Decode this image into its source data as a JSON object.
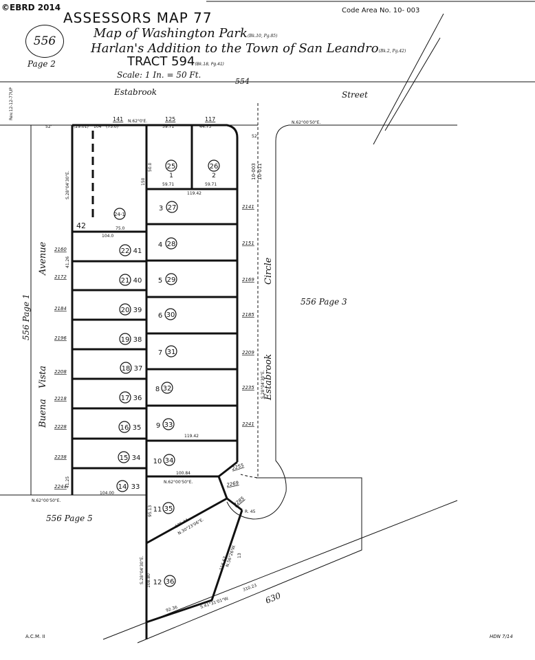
{
  "header": {
    "copyright": "©EBRD 2014",
    "title": "ASSESSORS  MAP 77",
    "code_area": "Code Area No. 10- 003",
    "map_number": "556",
    "line1": "Map of Washington Park",
    "line1_ref": "(Bk.10, Pg.85)",
    "line2": "Harlan's Addition to the Town of San Leandro",
    "line2_ref": "(Bk.2, Pg.42)",
    "line3": "TRACT 594",
    "line3_ref": "(Bk.18, Pg.41)",
    "page_label": "Page 2",
    "scale": "Scale:  1 In. = 50 Ft."
  },
  "streets": {
    "top_name": "Estabrook",
    "top_suffix": "Street",
    "top_no": "554",
    "circle_a": "Estabrook",
    "circle_b": "Circle",
    "left_a": "Buena",
    "left_b": "Vista",
    "left_c": "Avenue",
    "page1": "556  Page 1",
    "page3": "556  Page 3",
    "page5": "556   Page 5",
    "rr": "630"
  },
  "lots": [
    {
      "no": "25",
      "sub": "1"
    },
    {
      "no": "26",
      "sub": "2"
    },
    {
      "no": "27",
      "sub": "3"
    },
    {
      "no": "28",
      "sub": "4"
    },
    {
      "no": "29",
      "sub": "5"
    },
    {
      "no": "30",
      "sub": "6"
    },
    {
      "no": "31",
      "sub": "7"
    },
    {
      "no": "32",
      "sub": "8"
    },
    {
      "no": "33",
      "sub": "9"
    },
    {
      "no": "34",
      "sub": "10"
    },
    {
      "no": "35",
      "sub": "11"
    },
    {
      "no": "36",
      "sub": "12"
    },
    {
      "no": "22",
      "sub": "41"
    },
    {
      "no": "21",
      "sub": "40"
    },
    {
      "no": "20",
      "sub": "39"
    },
    {
      "no": "19",
      "sub": "38"
    },
    {
      "no": "18",
      "sub": "37"
    },
    {
      "no": "17",
      "sub": "36"
    },
    {
      "no": "16",
      "sub": "35"
    },
    {
      "no": "15",
      "sub": "34"
    },
    {
      "no": "14",
      "sub": "33"
    },
    {
      "no": "24-1",
      "sub": "42"
    }
  ],
  "addresses_right": [
    "2141",
    "2151",
    "2169",
    "2185",
    "2209",
    "2235",
    "2241",
    "2255",
    "2269",
    "2285"
  ],
  "addresses_left": [
    "2160",
    "2172",
    "2184",
    "2196",
    "2208",
    "2218",
    "2228",
    "2238",
    "2244"
  ],
  "dims": {
    "d141": "141",
    "d125": "125",
    "d117": "117",
    "d52a": "52'",
    "d52b": "52'",
    "d2901": "(29.01)",
    "d104": "104",
    "d750": "(75.0)",
    "n62": "N.62°0'E.",
    "d5971a": "59.71",
    "d4473": "44.73",
    "d5971b": "59.71",
    "d5971c": "59.71",
    "d11942a": "119.42",
    "d11942b": "119.42",
    "d750b": "75.0",
    "d1040": "104.0",
    "d1040b": "104.00",
    "d10084": "100.84",
    "n62b": "N.62°00'50\"E.",
    "n62c": "N.62°00'50\"E.",
    "n62d": "N.62°00'50\"E.",
    "s28a": "S.28°04'30\"E.",
    "s28b": "S.28°04'30\"E.",
    "s28c": "S.28°04'30\"E.",
    "d12544": "125.44",
    "n30": "N.30°23'06\"E.",
    "d9236": "92.36",
    "s41": "S.41°31'01\"W.",
    "d31023": "310.23",
    "r45": "R. 45",
    "d13": "13",
    "n56": "N.56°26'W.",
    "d11667": "116.67",
    "d10280": "108.80",
    "d41": "41.26",
    "d41b": "41.25",
    "d150": "150",
    "d500": "50.0",
    "d9513": "95.13",
    "code2a": "10-003",
    "code2b": "10-011",
    "rev": "Rev.12-12-77UP"
  },
  "footer": {
    "left": "A.C.M. II",
    "right": "HDN 7/14"
  }
}
